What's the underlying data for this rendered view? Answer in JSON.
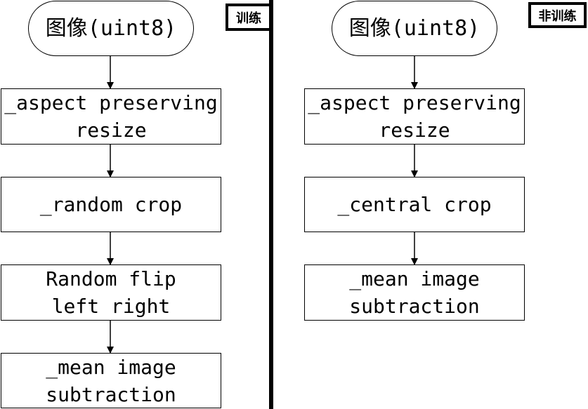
{
  "train": {
    "tag": "训练",
    "start": "图像(uint8)",
    "steps": [
      "_aspect preserving\nresize",
      "_random crop",
      "Random flip\nleft right",
      "_mean image\nsubtraction"
    ]
  },
  "eval": {
    "tag": "非训练",
    "start": "图像(uint8)",
    "steps": [
      "_aspect preserving\nresize",
      "_central crop",
      "_mean image\nsubtraction"
    ]
  }
}
